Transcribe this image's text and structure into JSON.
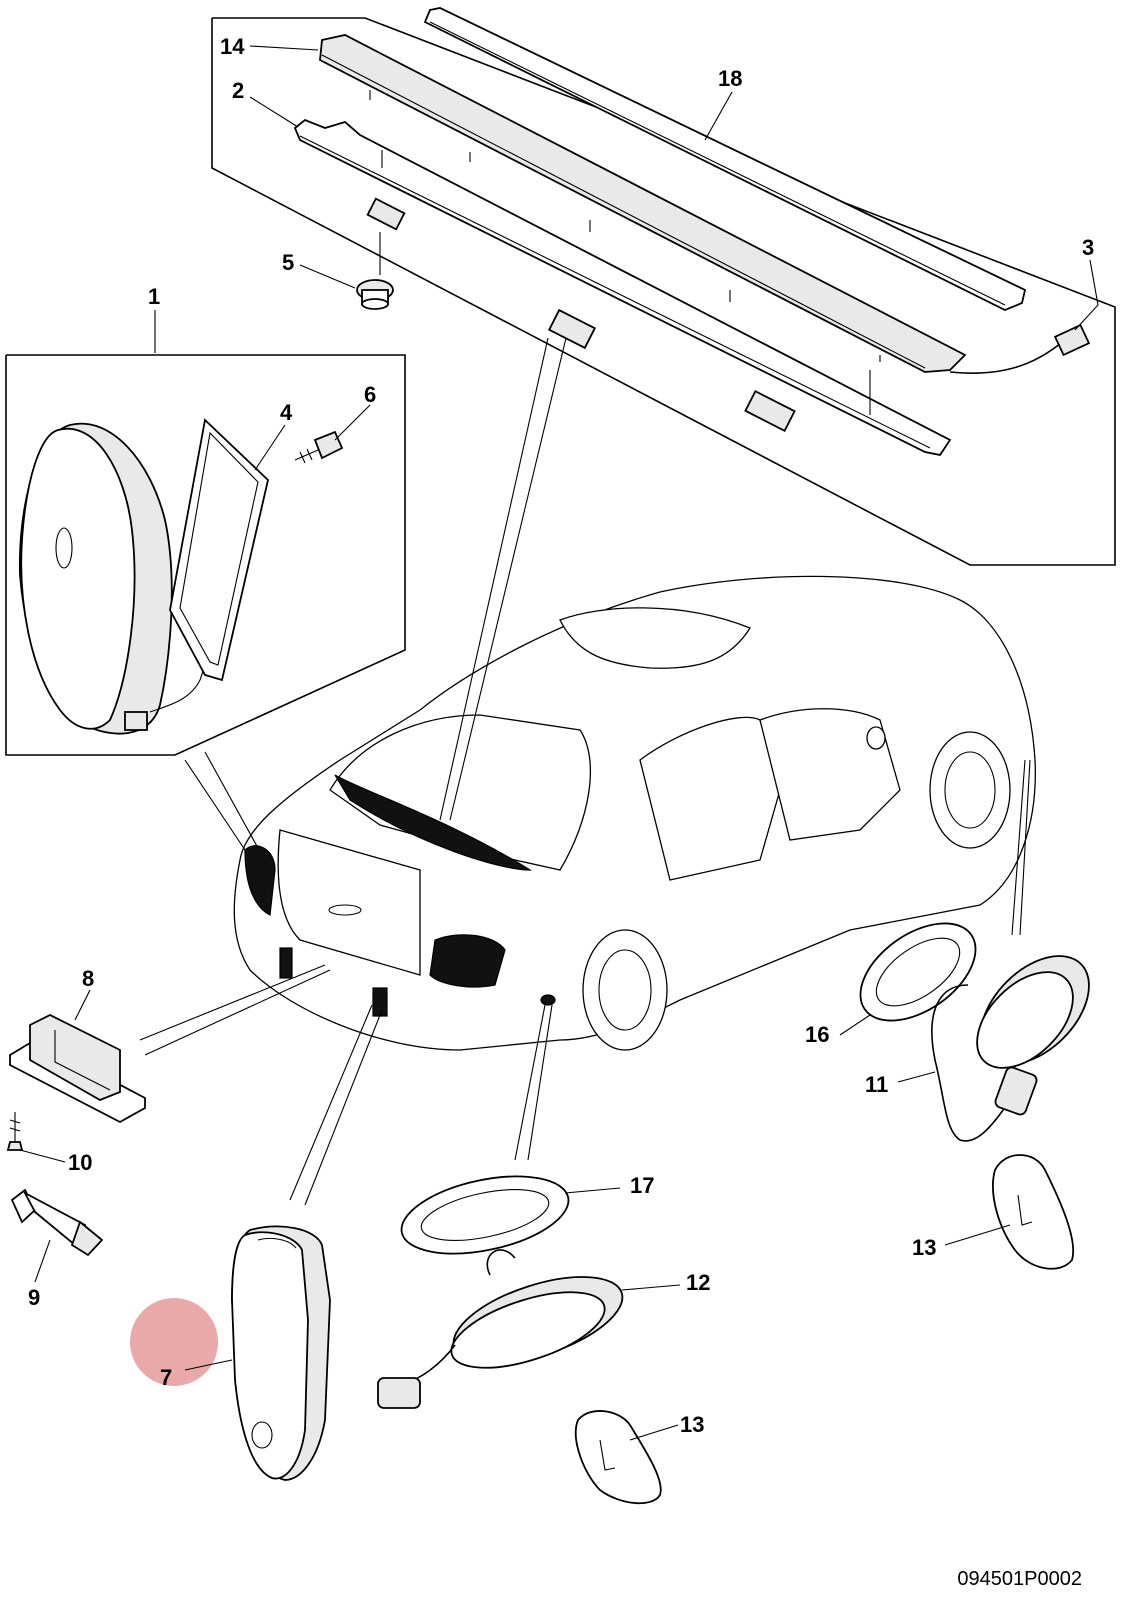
{
  "diagram": {
    "callouts": [
      "14",
      "2",
      "18",
      "5",
      "3",
      "1",
      "6",
      "4",
      "8",
      "16",
      "11",
      "10",
      "17",
      "9",
      "12",
      "13",
      "7",
      "13"
    ],
    "document_id": "094501P0002",
    "highlighted_callout": "7",
    "highlight_color": "#e8a0a0"
  }
}
